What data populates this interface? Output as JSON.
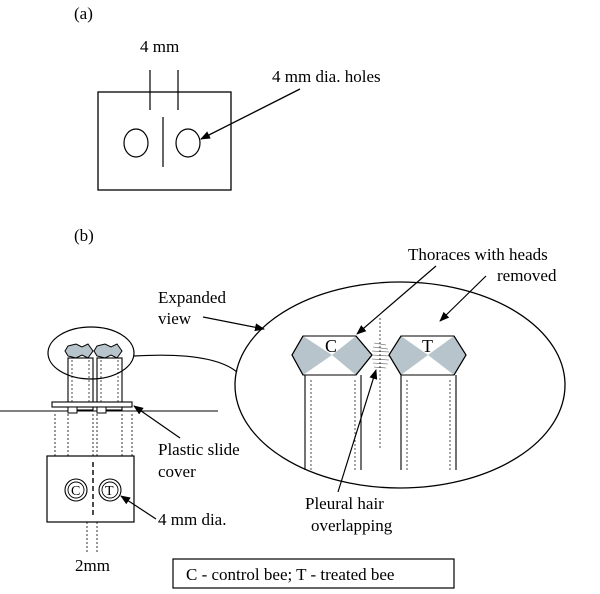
{
  "panel_a": {
    "label": "(a)",
    "dimension_label": "4 mm",
    "holes_label": "4 mm dia. holes"
  },
  "panel_b": {
    "label": "(b)",
    "expanded_view_label_line1": "Expanded",
    "expanded_view_label_line2": "view",
    "thoraces_label_line1": "Thoraces with heads",
    "thoraces_label_line2": "removed",
    "slide_cover_label_line1": "Plastic slide",
    "slide_cover_label_line2": "cover",
    "pleural_label_line1": "Pleural hair",
    "pleural_label_line2": "overlapping",
    "small_holes_label": "4 mm dia.",
    "spacing_label": "2mm",
    "control_letter": "C",
    "treated_letter": "T",
    "legend_text": "C - control bee; T - treated bee"
  },
  "colors": {
    "line": "#000000",
    "thorax_fill": "#b8c4cb",
    "background": "#ffffff"
  }
}
